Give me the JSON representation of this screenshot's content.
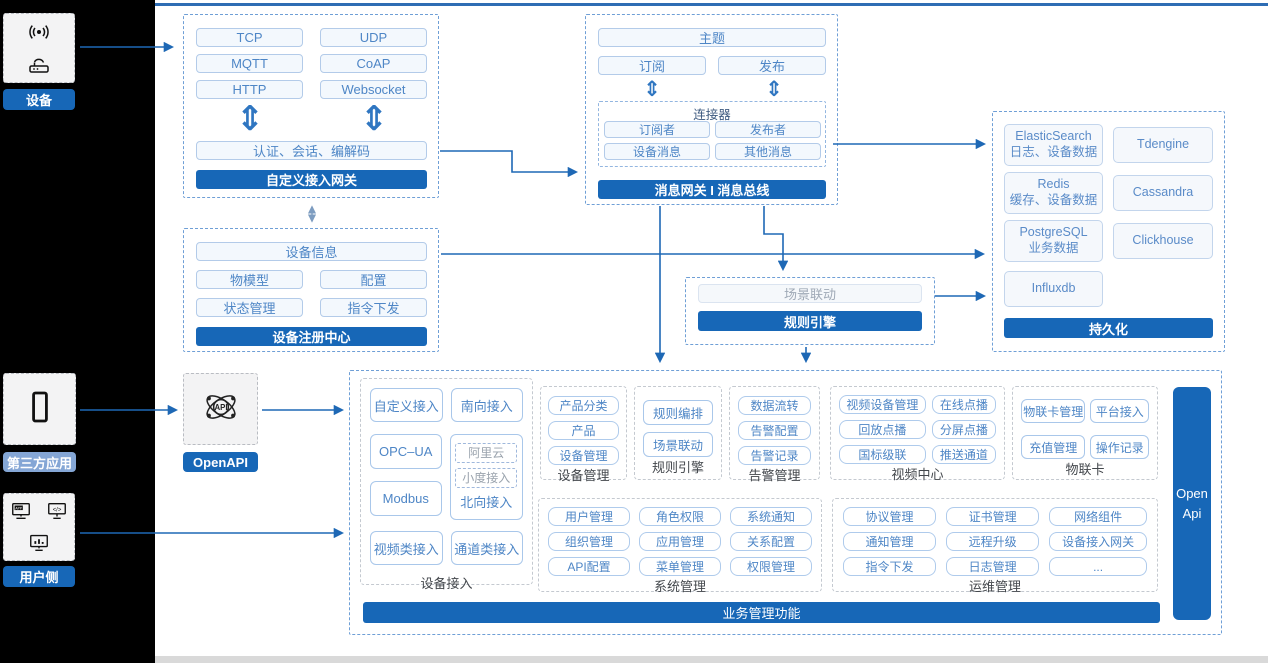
{
  "left_rail": {
    "device_label": "设备",
    "third_party_label": "第三方应用",
    "user_side_label": "用户侧"
  },
  "gateway": {
    "protocols": [
      "TCP",
      "UDP",
      "MQTT",
      "CoAP",
      "HTTP",
      "Websocket"
    ],
    "auth": "认证、会话、编解码",
    "title": "自定义接入网关"
  },
  "message": {
    "topic": "主题",
    "subscribe": "订阅",
    "publish": "发布",
    "connector_title": "连接器",
    "connector_items": [
      "订阅者",
      "发布者",
      "设备消息",
      "其他消息"
    ],
    "title": "消息网关 I 消息总线"
  },
  "registry": {
    "device_info": "设备信息",
    "items": [
      "物模型",
      "配置",
      "状态管理",
      "指令下发"
    ],
    "title": "设备注册中心"
  },
  "persistence": {
    "stores": [
      {
        "name": "ElasticSearch",
        "sub": "日志、设备数据"
      },
      {
        "name": "Tdengine",
        "sub": ""
      },
      {
        "name": "Redis",
        "sub": "缓存、设备数据"
      },
      {
        "name": "Cassandra",
        "sub": ""
      },
      {
        "name": "PostgreSQL",
        "sub": "业务数据"
      },
      {
        "name": "Clickhouse",
        "sub": ""
      },
      {
        "name": "Influxdb",
        "sub": ""
      }
    ],
    "title": "持久化"
  },
  "rule": {
    "scene": "场景联动",
    "title": "规则引擎"
  },
  "openapi": {
    "label": "OpenAPI"
  },
  "business": {
    "footer": "业务管理功能",
    "open_api_bar": "Open Api",
    "device_access": {
      "label": "设备接入",
      "row1": [
        "自定义接入",
        "南向接入"
      ],
      "col_left": [
        "OPC–UA",
        "Modbus"
      ],
      "north_dashed": [
        "阿里云",
        "小度接入"
      ],
      "north_plain": "北向接入",
      "row3": [
        "视频类接入",
        "通道类接入"
      ]
    },
    "device_mgmt": {
      "label": "设备管理",
      "items": [
        "产品分类",
        "产品",
        "设备管理"
      ]
    },
    "rule_engine": {
      "label": "规则引擎",
      "items": [
        "规则编排",
        "场景联动"
      ]
    },
    "alarm": {
      "label": "告警管理",
      "items": [
        "数据流转",
        "告警配置",
        "告警记录"
      ]
    },
    "video": {
      "label": "视频中心",
      "rows": [
        [
          "视频设备管理",
          "在线点播"
        ],
        [
          "回放点播",
          "分屏点播"
        ],
        [
          "国标级联",
          "推送通道"
        ]
      ]
    },
    "iot_card": {
      "label": "物联卡",
      "rows": [
        [
          "物联卡管理",
          "平台接入"
        ],
        [
          "充值管理",
          "操作记录"
        ]
      ]
    },
    "system": {
      "label": "系统管理",
      "rows": [
        [
          "用户管理",
          "角色权限",
          "系统通知"
        ],
        [
          "组织管理",
          "应用管理",
          "关系配置"
        ],
        [
          "API配置",
          "菜单管理",
          "权限管理"
        ]
      ]
    },
    "ops": {
      "label": "运维管理",
      "rows": [
        [
          "协议管理",
          "证书管理",
          "网络组件"
        ],
        [
          "通知管理",
          "远程升级",
          "设备接入网关"
        ],
        [
          "指令下发",
          "日志管理",
          "..."
        ]
      ]
    }
  }
}
